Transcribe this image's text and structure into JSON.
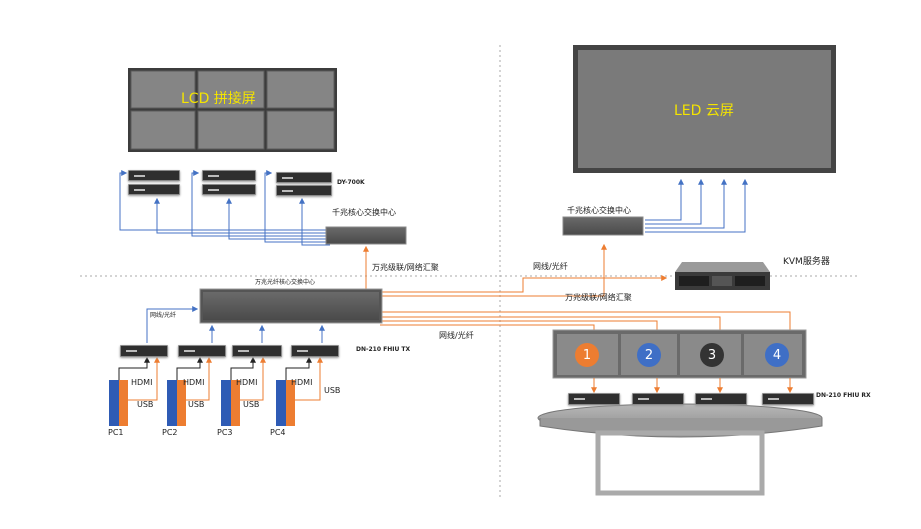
{
  "lcd_wall": {
    "label": "LCD 拼接屏"
  },
  "led_screen": {
    "label": "LED 云屏"
  },
  "left_switch": {
    "label": "千兆核心交换中心"
  },
  "right_switch": {
    "label": "千兆核心交换中心"
  },
  "core_switch": {
    "label": "万兆光纤核心交换中心"
  },
  "decoder_model": "DY-700K",
  "tx_model": "DN-210 FHIU TX",
  "rx_model": "DN-210 FHIU RX",
  "kvm_server": {
    "label": "KVM服务器"
  },
  "links": {
    "cascade_left": "万兆级联/网络汇聚",
    "cascade_right": "万兆级联/网络汇聚",
    "net_fiber_left": "网线/光纤",
    "net_fiber_kvm": "网线/光纤",
    "net_fiber_bottom": "网线/光纤"
  },
  "pcs": [
    {
      "name": "PC1",
      "hdmi": "HDMI",
      "usb": "USB"
    },
    {
      "name": "PC2",
      "hdmi": "HDMI",
      "usb": "USB"
    },
    {
      "name": "PC3",
      "hdmi": "HDMI",
      "usb": "USB"
    },
    {
      "name": "PC4",
      "hdmi": "HDMI",
      "usb": "USB"
    }
  ],
  "console_slots": [
    "1",
    "2",
    "3",
    "4"
  ],
  "colors": {
    "orange": "#ed7d31",
    "blue": "#4472c4",
    "panel": "#7f7f7f",
    "dark": "#404040",
    "slot_orange": "#ed7d31",
    "slot_blue": "#3f6fc6",
    "slot_dark": "#333333"
  }
}
